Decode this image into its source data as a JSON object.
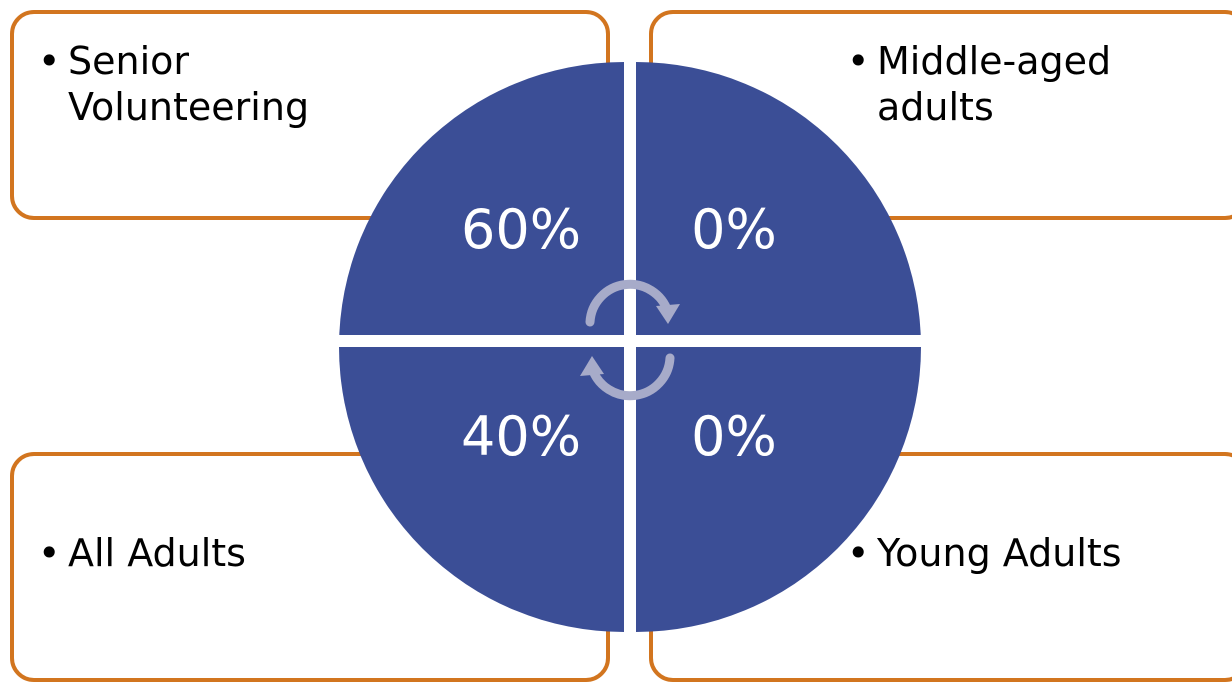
{
  "quadrants": {
    "top_left": {
      "label_lines": [
        "Senior",
        "Volunteering"
      ],
      "value": "60%"
    },
    "top_right": {
      "label_lines": [
        "Middle-aged",
        "adults"
      ],
      "value": "0%"
    },
    "bottom_left": {
      "label_lines": [
        "All Adults"
      ],
      "value": "40%"
    },
    "bottom_right": {
      "label_lines": [
        "Young Adults"
      ],
      "value": "0%"
    }
  },
  "colors": {
    "box_border": "#d2751f",
    "quadrant_fill": "#3b4e96",
    "arrow": "#a7abc9"
  },
  "icons": {
    "bullet": "•",
    "center": "cycle-arrows-icon"
  }
}
